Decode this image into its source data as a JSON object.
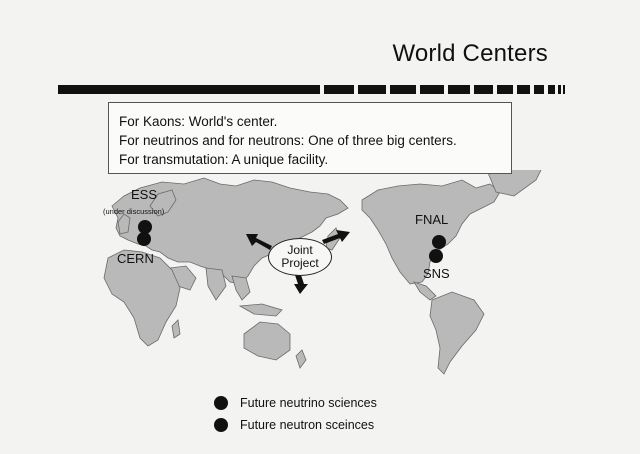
{
  "slide": {
    "title": "World Centers",
    "bullets": [
      "For Kaons: World's center.",
      "For neutrinos and for neutrons: One of three big centers.",
      "For transmutation: A unique facility."
    ]
  },
  "map": {
    "labels": {
      "ess": "ESS",
      "ess_note": "(under discussion)",
      "cern": "CERN",
      "fnal": "FNAL",
      "sns": "SNS",
      "joint": [
        "Joint",
        "Project"
      ]
    }
  },
  "legend": [
    "Future neutrino sciences",
    "Future neutron sceinces"
  ]
}
